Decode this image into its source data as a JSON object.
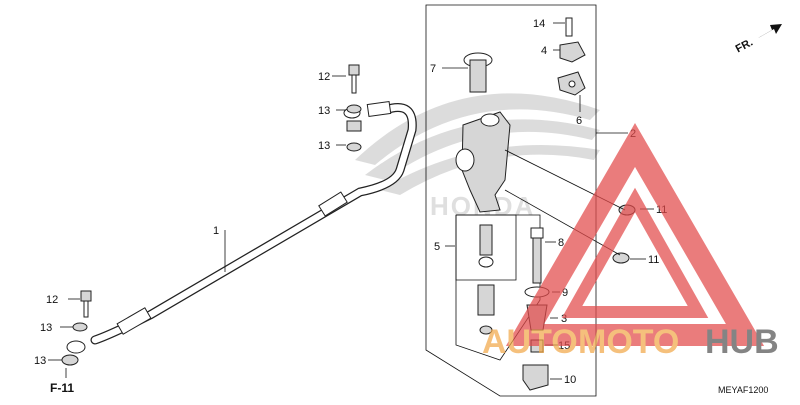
{
  "diagram": {
    "code": "MEYAF1200",
    "page_ref": "F-11",
    "direction_label": "FR.",
    "watermark_text": "HONDA",
    "logo": {
      "word1": "AUTO",
      "word2": "MOTO",
      "word3": "HUB",
      "color_auto": "#f2a94a",
      "color_hub": "#555555",
      "triangle_color": "#e34b4b"
    },
    "callouts": {
      "c1": "1",
      "c2": "2",
      "c3": "3",
      "c4": "4",
      "c5": "5",
      "c6": "6",
      "c7": "7",
      "c8": "8",
      "c9": "9",
      "c10": "10",
      "c11a": "11",
      "c11b": "11",
      "c12a": "12",
      "c12b": "12",
      "c13a": "13",
      "c13b": "13",
      "c13c": "13",
      "c13d": "13",
      "c14": "14",
      "c15": "15"
    }
  }
}
